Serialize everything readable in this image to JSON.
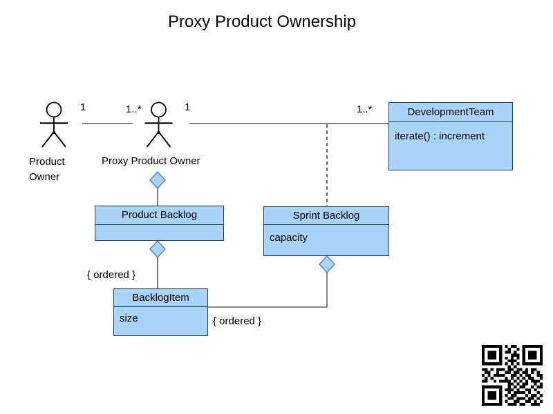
{
  "title": "Proxy Product Ownership",
  "actors": [
    {
      "label": "Product Owner"
    },
    {
      "label": "Proxy Product Owner"
    }
  ],
  "classes": {
    "development_team": {
      "name": "DevelopmentTeam",
      "attributes": "iterate() : increment"
    },
    "product_backlog": {
      "name": "Product Backlog",
      "attributes": ""
    },
    "sprint_backlog": {
      "name": "Sprint Backlog",
      "attributes": "capacity"
    },
    "backlog_item": {
      "name": "BacklogItem",
      "attributes": "size"
    }
  },
  "multiplicities": {
    "owner_end": "1",
    "proxy_left_end": "1..*",
    "proxy_right_end": "1",
    "devteam_end": "1..*"
  },
  "constraints": {
    "product_backlog_items": "{ ordered }",
    "sprint_backlog_items": "{ ordered }"
  },
  "colors": {
    "class_fill": "#A9D3F8",
    "class_border": "#2e3d4a",
    "diamond_fill": "#A9D3F8",
    "diamond_border": "#5580AD",
    "association_line": "#848484",
    "connector_line": "#444444",
    "text": "#000000"
  },
  "qr_code": {
    "matrix": [
      "111111101011001111111",
      "100000100100101000001",
      "101110101101001011101",
      "101110100011101011101",
      "101110101010101011101",
      "100000100111001000001",
      "111111101010101111111",
      "000000000101000000000",
      "110101110110110101100",
      "011001001101101101010",
      "101011110011010110011",
      "010100001010101011001",
      "110010111101010101110",
      "000000000110101100101",
      "111111100101011001011",
      "100000101110100110100",
      "101110100101111010010",
      "101110101011000101101",
      "101110100110111011010",
      "100000101001100110101",
      "111111100111011001110"
    ]
  }
}
